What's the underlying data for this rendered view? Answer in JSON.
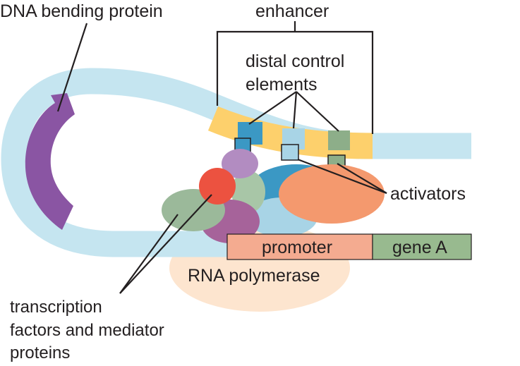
{
  "labels": {
    "dna_bending_protein": "DNA bending protein",
    "enhancer": "enhancer",
    "distal_line1": "distal control",
    "distal_line2": "elements",
    "activators": "activators",
    "promoter": "promoter",
    "gene_a": "gene A",
    "rna_polymerase": "RNA polymerase",
    "tf_line1": "transcription",
    "tf_line2": "factors and mediator",
    "tf_line3": "proteins"
  },
  "colors": {
    "dna": "#c5e5f0",
    "enhancer": "#fdd06c",
    "bending_protein": "#8a55a3",
    "activator_light_blue": "#a8d4e6",
    "activator_dark_blue": "#3b98c4",
    "activator_green": "#8dae89",
    "promoter": "#f4ab90",
    "gene": "#98ba8f",
    "rna_polymerase": "#fde5cf",
    "mediator_red": "#ec5240",
    "mediator_purple": "#b28cc1",
    "mediator_magenta": "#a6639a",
    "mediator_green": "#9bb99a",
    "mediator_sage": "#a8c6a7",
    "activator_orange": "#f4996e",
    "line": "#231f20"
  }
}
